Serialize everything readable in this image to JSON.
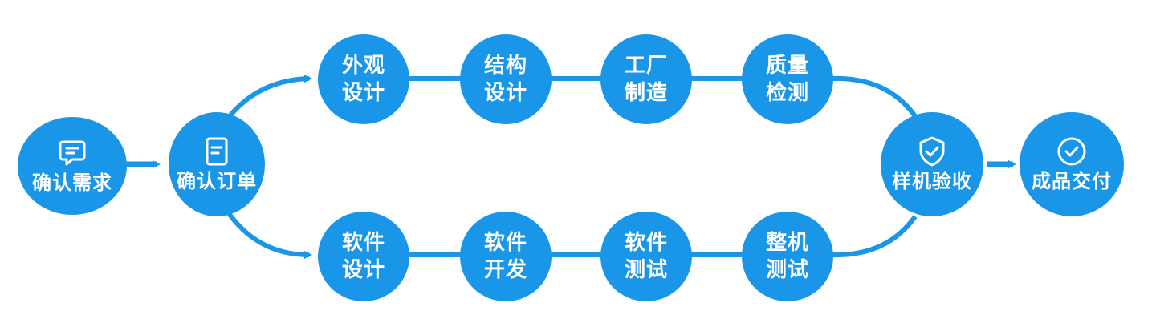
{
  "colors": {
    "primary": "#1a96e8",
    "text": "#ffffff",
    "background": "#ffffff"
  },
  "nodes": {
    "confirm_demand": {
      "lines": [
        "确认需求"
      ],
      "icon": "message-square-icon"
    },
    "confirm_order": {
      "lines": [
        "确认订单"
      ],
      "icon": "document-icon"
    },
    "appearance_design": {
      "lines": [
        "外观",
        "设计"
      ]
    },
    "structure_design": {
      "lines": [
        "结构",
        "设计"
      ]
    },
    "factory_build": {
      "lines": [
        "工厂",
        "制造"
      ]
    },
    "quality_check": {
      "lines": [
        "质量",
        "检测"
      ]
    },
    "software_design": {
      "lines": [
        "软件",
        "设计"
      ]
    },
    "software_dev": {
      "lines": [
        "软件",
        "开发"
      ]
    },
    "software_test": {
      "lines": [
        "软件",
        "测试"
      ]
    },
    "system_test": {
      "lines": [
        "整机",
        "测试"
      ]
    },
    "prototype_accept": {
      "lines": [
        "样机验收"
      ],
      "icon": "shield-check-icon"
    },
    "delivery": {
      "lines": [
        "成品交付"
      ],
      "icon": "check-circle-icon"
    }
  }
}
